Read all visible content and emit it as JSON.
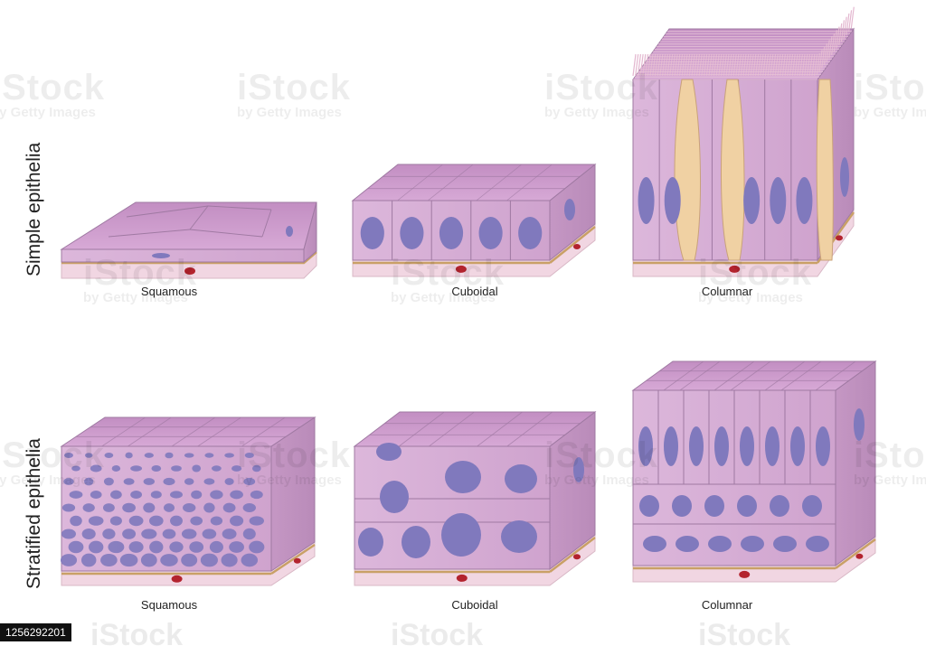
{
  "rows": {
    "simple_label": "Simple epithelia",
    "stratified_label": "Stratified epithelia"
  },
  "captions": {
    "simple_squamous": "Squamous",
    "simple_cuboidal": "Cuboidal",
    "simple_columnar": "Columnar",
    "strat_squamous": "Squamous",
    "strat_cuboidal": "Cuboidal",
    "strat_columnar": "Columnar"
  },
  "watermark": {
    "brand": "iStock",
    "credit": "by Getty Images"
  },
  "footer": {
    "stock_id": "1256292201"
  },
  "colors": {
    "cell_side": "#d9b2d8",
    "cell_top": "#c995c8",
    "cell_line": "#9f79a2",
    "nucleus": "#8079bd",
    "membrane": "#c9a066",
    "connective": "#f1d6e2",
    "blood_cell": "#b3232e",
    "goblet": "#f0d1a3"
  }
}
